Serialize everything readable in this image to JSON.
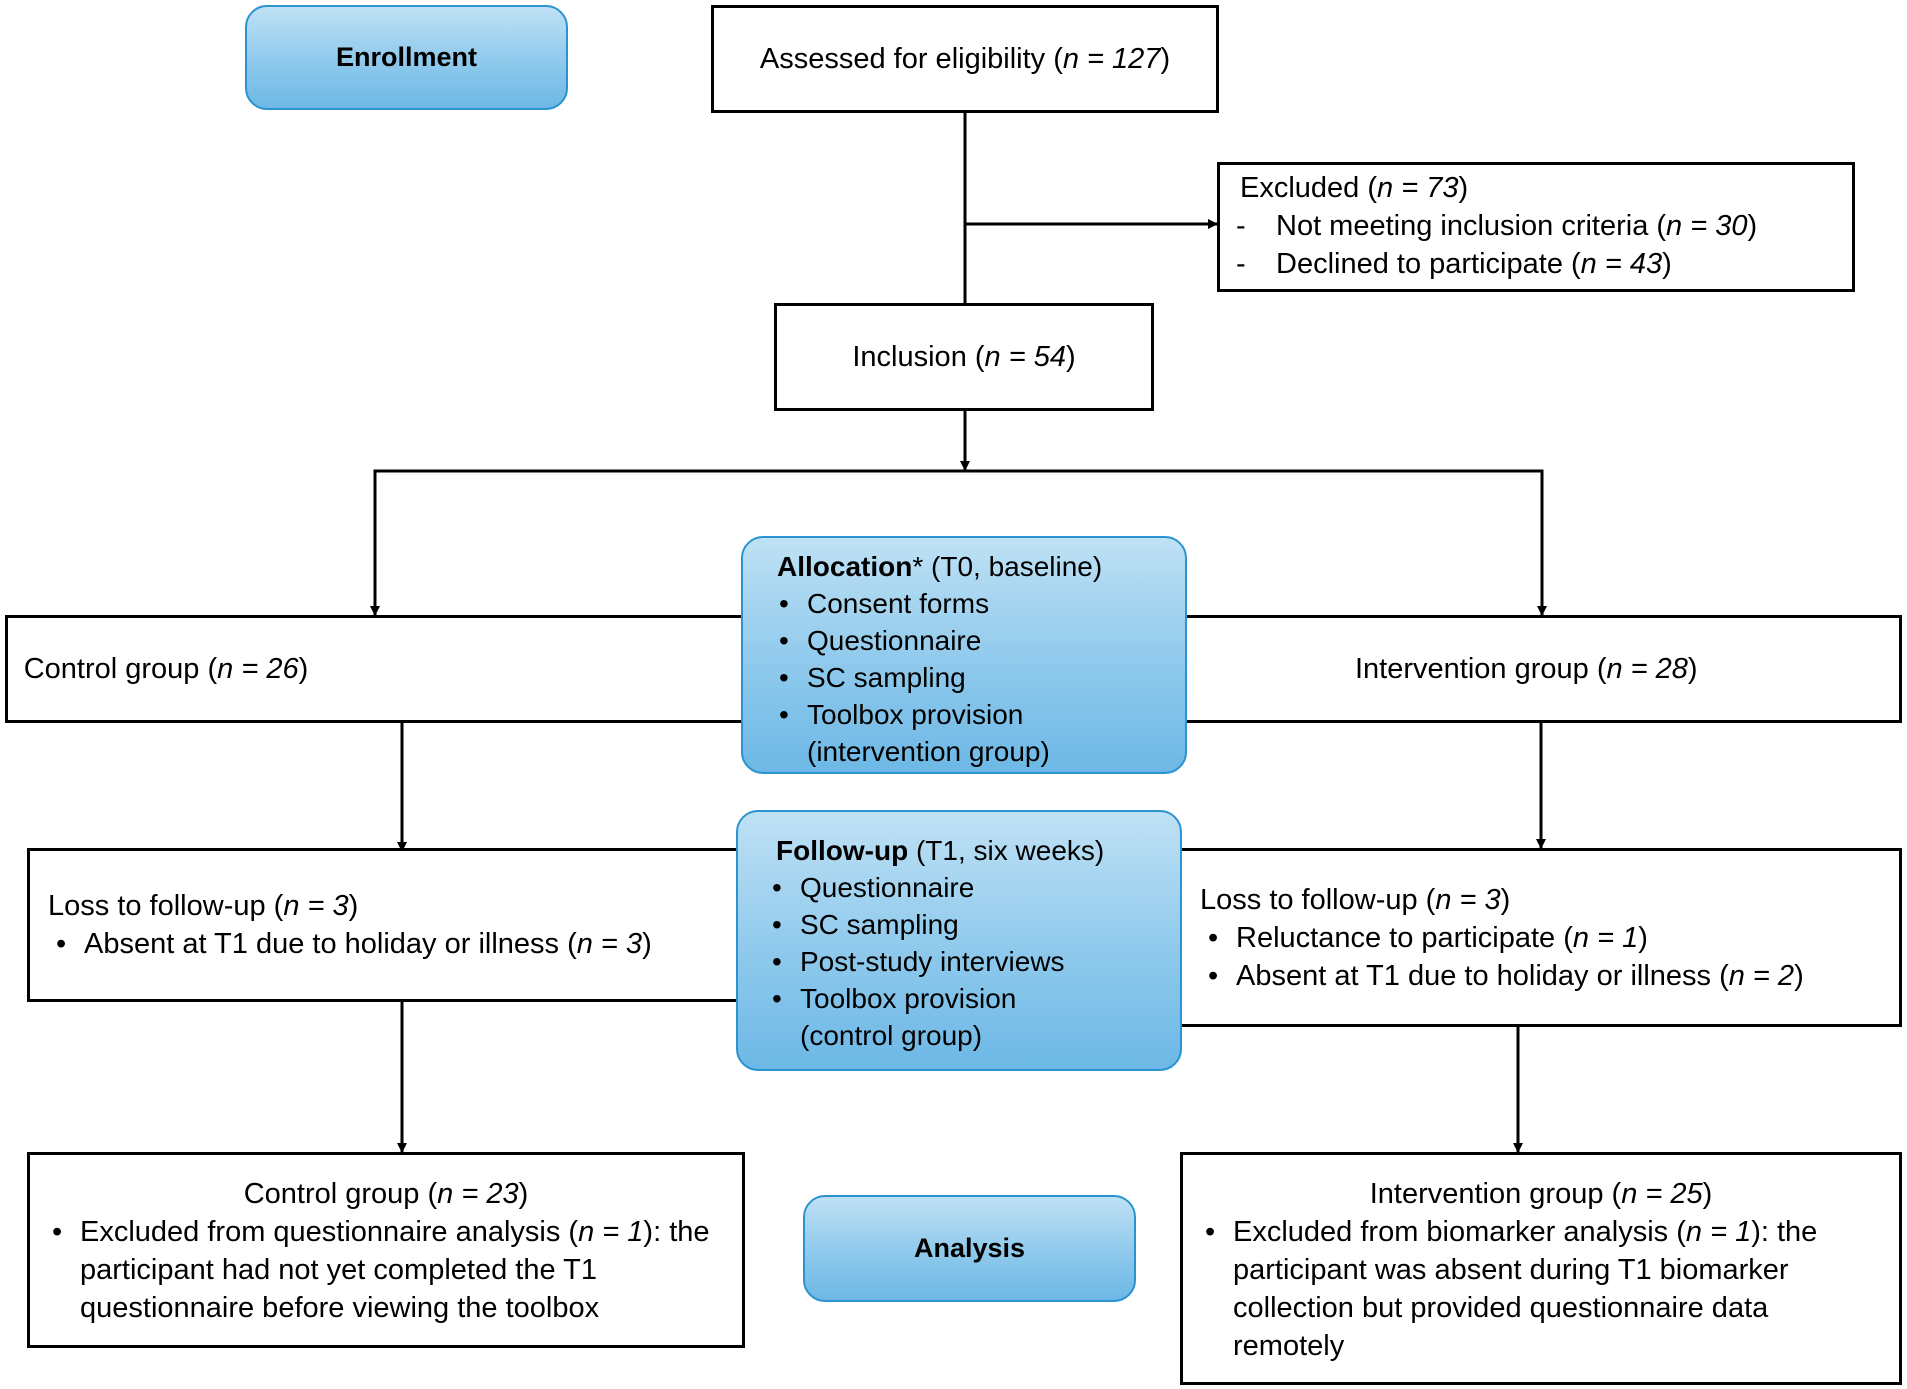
{
  "stages": {
    "enrollment": "Enrollment",
    "analysis": "Analysis"
  },
  "assessed": {
    "label": "Assessed for eligibility (",
    "n": "n = 127",
    "close": ")"
  },
  "excluded": {
    "title": "Excluded (",
    "n": "n = 73",
    "close": ")",
    "items": [
      {
        "label": "Not meeting inclusion criteria (",
        "n": "n = 30",
        "close": ")"
      },
      {
        "label": "Declined to participate (",
        "n": "n = 43",
        "close": ")"
      }
    ]
  },
  "inclusion": {
    "label": "Inclusion (",
    "n": "n = 54",
    "close": ")"
  },
  "allocation": {
    "title": "Allocation",
    "title_suffix": "* (T0, baseline)",
    "items": [
      "Consent forms",
      "Questionnaire",
      "SC sampling",
      "Toolbox provision"
    ],
    "item_continuation": "(intervention group)"
  },
  "control_group": {
    "label": "Control group (",
    "n": "n = 26",
    "close": ")"
  },
  "intervention_group": {
    "label": "Intervention group (",
    "n": "n = 28",
    "close": ")"
  },
  "followup": {
    "title": "Follow-up",
    "title_suffix": " (T1, six weeks)",
    "items": [
      "Questionnaire",
      "SC sampling",
      "Post-study interviews",
      "Toolbox provision"
    ],
    "item_continuation": "(control group)"
  },
  "control_loss": {
    "title": "Loss to follow-up (",
    "n": "n = 3",
    "close": ")",
    "items": [
      {
        "label": "Absent at T1 due to holiday or illness (",
        "n": "n = 3",
        "close": ")"
      }
    ]
  },
  "intervention_loss": {
    "title": "Loss to follow-up (",
    "n": "n = 3",
    "close": ")",
    "items": [
      {
        "label": "Reluctance to participate (",
        "n": "n = 1",
        "close": ")"
      },
      {
        "label": "Absent at T1 due to holiday or illness (",
        "n": "n = 2",
        "close": ")"
      }
    ]
  },
  "control_analysis": {
    "title": "Control group (",
    "n": "n = 23",
    "close": ")",
    "item_prefix": "Excluded from questionnaire analysis (",
    "item_n": "n = 1",
    "item_close": "):",
    "item_rest": "the participant had not yet completed the T1 questionnaire before viewing the toolbox"
  },
  "intervention_analysis": {
    "title": "Intervention group (",
    "n": "n = 25",
    "close": ")",
    "item_prefix": "Excluded from biomarker analysis (",
    "item_n": "n = 1",
    "item_close": "): the",
    "item_rest": "participant was absent during T1 biomarker collection but provided questionnaire data remotely"
  }
}
